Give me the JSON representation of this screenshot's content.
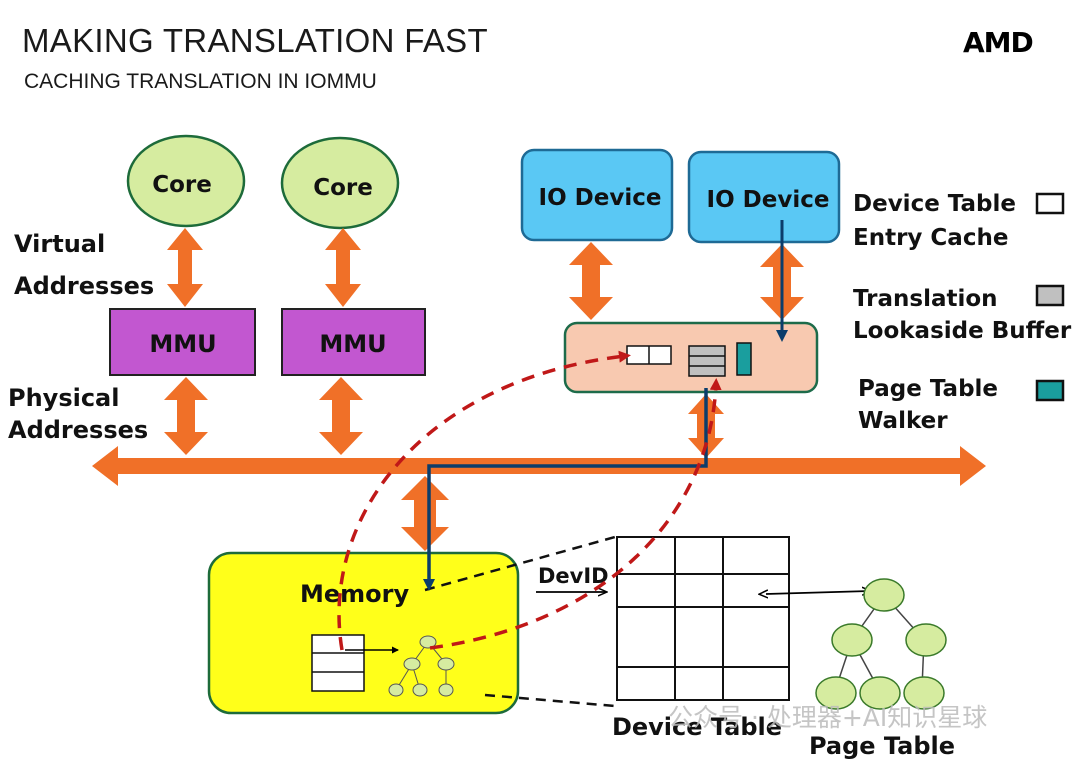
{
  "header": {
    "title": "MAKING TRANSLATION FAST",
    "subtitle": "CACHING TRANSLATION IN IOMMU",
    "logo": "AMD"
  },
  "diagram": {
    "cores": [
      "Core",
      "Core"
    ],
    "mmus": [
      "MMU",
      "MMU"
    ],
    "io_devices": [
      "IO Device",
      "IO Device"
    ],
    "labels": {
      "virtual": [
        "Virtual",
        "Addresses"
      ],
      "physical": [
        "Physical",
        "Addresses"
      ],
      "memory": "Memory",
      "devid": "DevID",
      "device_table": "Device Table",
      "page_table": "Page Table"
    },
    "legend": [
      {
        "lines": [
          "Device Table",
          "Entry Cache"
        ],
        "color": "#ffffff",
        "icon": "white-box"
      },
      {
        "lines": [
          "Translation",
          "Lookaside Buffer"
        ],
        "color": "#c0c0c0",
        "icon": "gray-box"
      },
      {
        "lines": [
          "Page Table",
          "Walker"
        ],
        "color": "#1a9e9e",
        "icon": "teal-box"
      }
    ],
    "watermark": "公众号 · 处理器+AI知识星球"
  },
  "colors": {
    "core_fill": "#d6eca0",
    "mmu_fill": "#c257d0",
    "io_fill": "#5ac8f4",
    "iommu_fill": "#f8c9b0",
    "memory_fill": "#ffff1a",
    "bus_arrow": "#f07028",
    "walk_path": "#0b3d6b",
    "cache_path": "#c01818"
  }
}
